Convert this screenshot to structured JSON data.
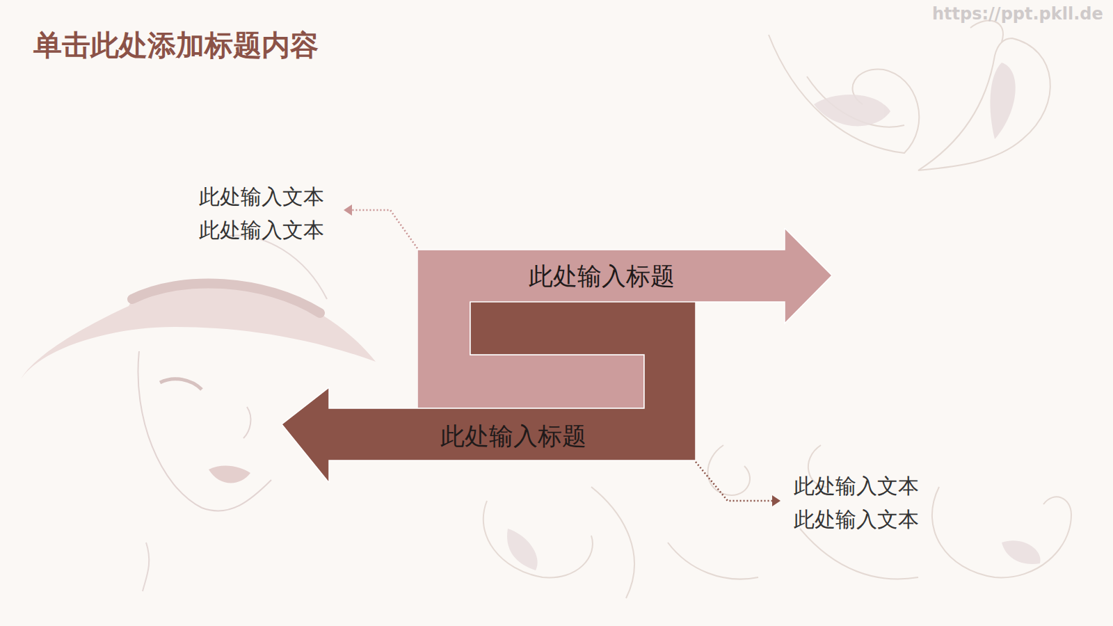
{
  "diagram": {
    "title": "单击此处添加标题内容",
    "nodes": [
      {
        "text": [
          "此处输入标题"
        ]
      },
      {
        "text": [
          "此处输入标题"
        ]
      }
    ],
    "labels": [
      "https://ppt.pkll.de",
      "此处输入文本",
      "此处输入文本",
      "此处输入文本",
      "此处输入文本"
    ]
  }
}
